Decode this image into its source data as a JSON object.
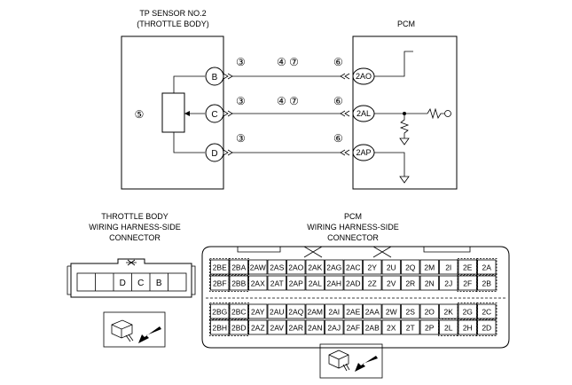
{
  "schematic": {
    "sensor_title_line1": "TP SENSOR NO.2",
    "sensor_title_line2": "(THROTTLE BODY)",
    "pcm_title": "PCM",
    "sensor_pins": [
      "B",
      "C",
      "D"
    ],
    "pcm_pins": [
      "2AO",
      "2AL",
      "2AP"
    ],
    "marker_sensor": "⑤",
    "wire_rows": [
      {
        "left": "③",
        "middle": "④ ⑦",
        "right": "⑥"
      },
      {
        "left": "③",
        "middle": "④ ⑦",
        "right": "⑥"
      },
      {
        "left": "③",
        "middle": "",
        "right": "⑥"
      }
    ]
  },
  "throttle_connector": {
    "title_line1": "THROTTLE BODY",
    "title_line2": "WIRING HARNESS-SIDE",
    "title_line3": "CONNECTOR",
    "cells": [
      "",
      "",
      "D",
      "C",
      "B",
      ""
    ]
  },
  "pcm_connector": {
    "title_line1": "PCM",
    "title_line2": "WIRING HARNESS-SIDE",
    "title_line3": "CONNECTOR",
    "rows": [
      [
        "2BE",
        "2BA",
        "2AW",
        "2AS",
        "2AO",
        "2AK",
        "2AG",
        "2AC",
        "2Y",
        "2U",
        "2Q",
        "2M",
        "2I",
        "2E",
        "2A"
      ],
      [
        "2BF",
        "2BB",
        "2AX",
        "2AT",
        "2AP",
        "2AL",
        "2AH",
        "2AD",
        "2Z",
        "2V",
        "2R",
        "2N",
        "2J",
        "2F",
        "2B"
      ],
      [
        "2BG",
        "2BC",
        "2AY",
        "2AU",
        "2AQ",
        "2AM",
        "2AI",
        "2AE",
        "2AA",
        "2W",
        "2S",
        "2O",
        "2K",
        "2G",
        "2C"
      ],
      [
        "2BH",
        "2BD",
        "2AZ",
        "2AV",
        "2AR",
        "2AN",
        "2AJ",
        "2AF",
        "2AB",
        "2X",
        "2T",
        "2P",
        "2L",
        "2H",
        "2D"
      ]
    ]
  }
}
